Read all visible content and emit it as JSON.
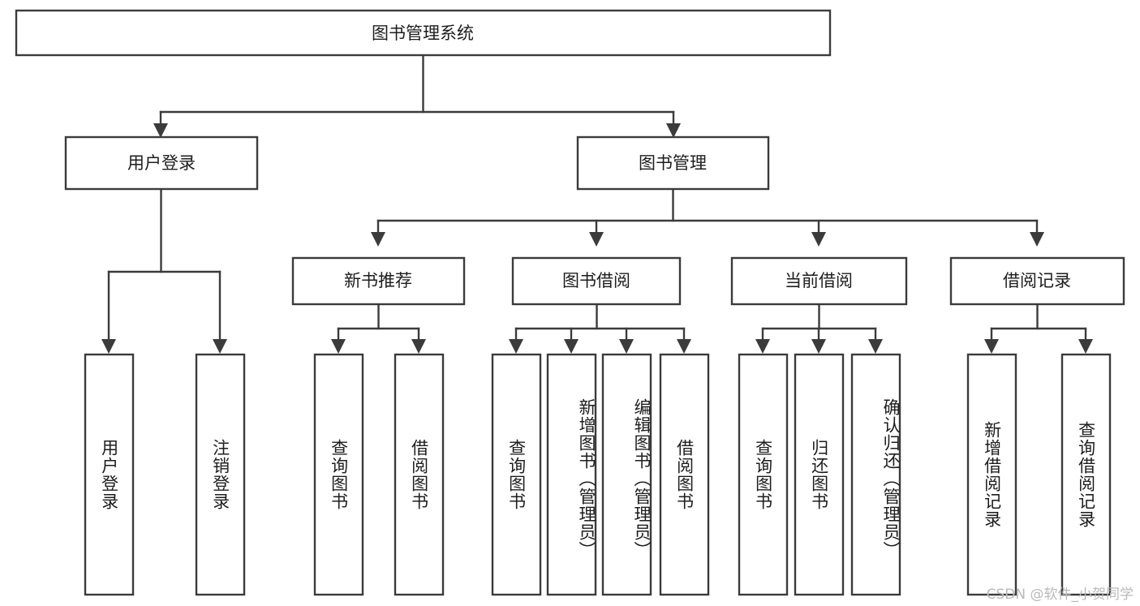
{
  "diagram": {
    "title": "图书管理系统",
    "watermark": "CSDN @软件_小贺同学",
    "colors": {
      "stroke": "#3b3b3b",
      "box_fill": "#ffffff",
      "text": "#1d1d1d",
      "background": "#ffffff",
      "watermark": "#b9b9b9"
    },
    "root": {
      "label": "图书管理系统"
    },
    "level2": [
      {
        "label": "用户登录"
      },
      {
        "label": "图书管理"
      }
    ],
    "level3": [
      {
        "label": "新书推荐"
      },
      {
        "label": "图书借阅"
      },
      {
        "label": "当前借阅"
      },
      {
        "label": "借阅记录"
      }
    ],
    "leaves": {
      "user_login": [
        {
          "label": "用户登录"
        },
        {
          "label": "注销登录"
        }
      ],
      "new_book_recommend": [
        {
          "label": "查询图书"
        },
        {
          "label": "借阅图书"
        }
      ],
      "book_borrow": [
        {
          "label": "查询图书"
        },
        {
          "label": "新增图书（管理员）"
        },
        {
          "label": "编辑图书（管理员）"
        },
        {
          "label": "借阅图书"
        }
      ],
      "current_borrow": [
        {
          "label": "查询图书"
        },
        {
          "label": "归还图书"
        },
        {
          "label": "确认归还（管理员）"
        }
      ],
      "borrow_record": [
        {
          "label": "新增借阅记录"
        },
        {
          "label": "查询借阅记录"
        }
      ]
    }
  },
  "chart_data": {
    "type": "diagram",
    "title": "图书管理系统",
    "structure": "tree",
    "nodes": [
      {
        "id": "root",
        "label": "图书管理系统",
        "level": 0,
        "parent": null
      },
      {
        "id": "login",
        "label": "用户登录",
        "level": 1,
        "parent": "root"
      },
      {
        "id": "bookmgmt",
        "label": "图书管理",
        "level": 1,
        "parent": "root"
      },
      {
        "id": "login-1",
        "label": "用户登录",
        "level": 2,
        "parent": "login"
      },
      {
        "id": "login-2",
        "label": "注销登录",
        "level": 2,
        "parent": "login"
      },
      {
        "id": "newbook",
        "label": "新书推荐",
        "level": 2,
        "parent": "bookmgmt"
      },
      {
        "id": "borrow",
        "label": "图书借阅",
        "level": 2,
        "parent": "bookmgmt"
      },
      {
        "id": "current",
        "label": "当前借阅",
        "level": 2,
        "parent": "bookmgmt"
      },
      {
        "id": "record",
        "label": "借阅记录",
        "level": 2,
        "parent": "bookmgmt"
      },
      {
        "id": "newbook-1",
        "label": "查询图书",
        "level": 3,
        "parent": "newbook"
      },
      {
        "id": "newbook-2",
        "label": "借阅图书",
        "level": 3,
        "parent": "newbook"
      },
      {
        "id": "borrow-1",
        "label": "查询图书",
        "level": 3,
        "parent": "borrow"
      },
      {
        "id": "borrow-2",
        "label": "新增图书（管理员）",
        "level": 3,
        "parent": "borrow"
      },
      {
        "id": "borrow-3",
        "label": "编辑图书（管理员）",
        "level": 3,
        "parent": "borrow"
      },
      {
        "id": "borrow-4",
        "label": "借阅图书",
        "level": 3,
        "parent": "borrow"
      },
      {
        "id": "current-1",
        "label": "查询图书",
        "level": 3,
        "parent": "current"
      },
      {
        "id": "current-2",
        "label": "归还图书",
        "level": 3,
        "parent": "current"
      },
      {
        "id": "current-3",
        "label": "确认归还（管理员）",
        "level": 3,
        "parent": "current"
      },
      {
        "id": "record-1",
        "label": "新增借阅记录",
        "level": 3,
        "parent": "record"
      },
      {
        "id": "record-2",
        "label": "查询借阅记录",
        "level": 3,
        "parent": "record"
      }
    ]
  }
}
